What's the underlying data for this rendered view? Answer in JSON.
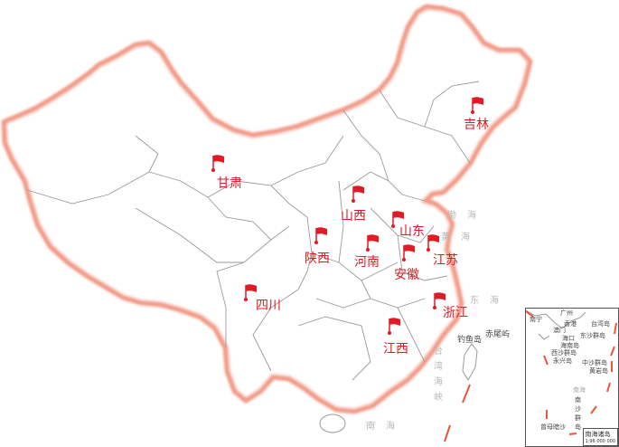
{
  "map": {
    "border_color": "#e8553a",
    "flag_color": "#e01b24",
    "province_border_color": "#9a9a9a",
    "highlighted_provinces": [
      {
        "name": "吉林",
        "icon": "red-flag"
      },
      {
        "name": "甘肃",
        "icon": "red-flag"
      },
      {
        "name": "山西",
        "icon": "red-flag"
      },
      {
        "name": "山东",
        "icon": "red-flag"
      },
      {
        "name": "陕西",
        "icon": "red-flag"
      },
      {
        "name": "河南",
        "icon": "red-flag"
      },
      {
        "name": "江苏",
        "icon": "red-flag"
      },
      {
        "name": "安徽",
        "icon": "red-flag"
      },
      {
        "name": "浙江",
        "icon": "red-flag"
      },
      {
        "name": "四川",
        "icon": "red-flag"
      },
      {
        "name": "江西",
        "icon": "red-flag"
      }
    ],
    "seas": [
      "渤海",
      "黄海",
      "东海",
      "台湾海峡",
      "南海"
    ],
    "islands": [
      "钓鱼岛",
      "赤尾屿"
    ],
    "inset": {
      "labels": [
        "南宁",
        "广州",
        "香港",
        "澳门",
        "台湾岛",
        "海口",
        "海南岛",
        "东沙群岛",
        "西沙群岛",
        "永兴岛",
        "中沙群岛",
        "黄岩岛",
        "南海",
        "南沙群岛",
        "曾母暗沙"
      ],
      "title": "南海诸岛",
      "scale": "1:96 000 000"
    }
  }
}
